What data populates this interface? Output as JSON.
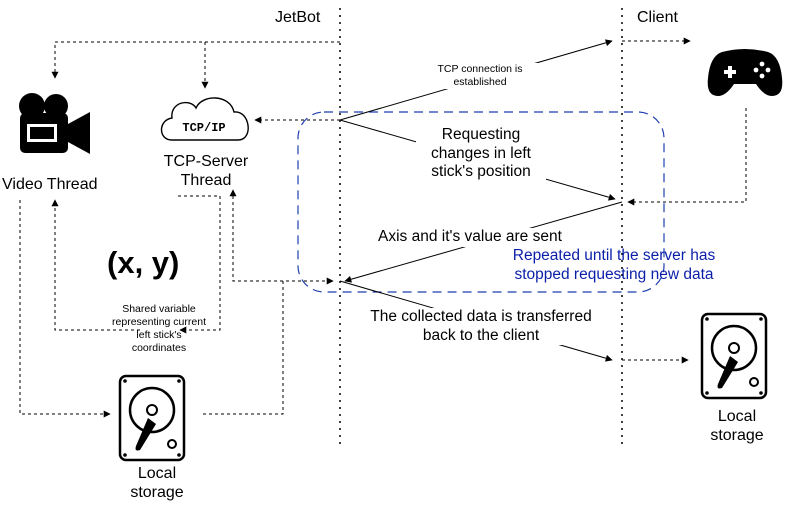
{
  "lanes": {
    "jetbot": "JetBot",
    "client": "Client"
  },
  "nodes": {
    "video_thread": "Video Thread",
    "tcp_server_thread": "TCP-Server\nThread",
    "tcp_icon_text": "TCP/IP",
    "local_storage_left": "Local\nstorage",
    "local_storage_right": "Local\nstorage"
  },
  "variable": {
    "symbol": "(x, y)",
    "caption": "Shared variable\nrepresenting current\nleft stick's\ncoordinates"
  },
  "messages": {
    "tcp_connection": "TCP connection is\nestablished",
    "requesting": "Requesting\nchanges in left\nstick's position",
    "axis_sent": "Axis and it's value are sent",
    "repeated": "Repeated until the server has\nstopped requesting new data",
    "transferred": "The collected data is transferred\nback to the client"
  },
  "colors": {
    "stroke": "#000000",
    "loop_border": "#1f3fb0",
    "loop_text": "#0a1fa8"
  },
  "icons": [
    "video-camera-icon",
    "cloud-tcp-ip-icon",
    "gamepad-icon",
    "hard-drive-icon"
  ]
}
